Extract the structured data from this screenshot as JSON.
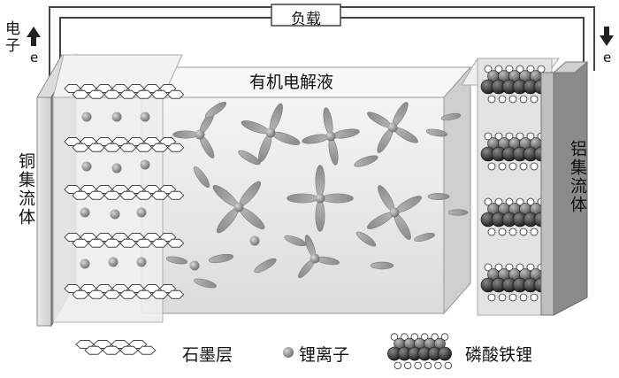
{
  "load_label": "负载",
  "electron_left": "电子",
  "electron_symbol": "e",
  "electrolyte_label": "有机电解液",
  "anode_collector_label": "铜集流体",
  "cathode_collector_label": "铝集流体",
  "legend": {
    "graphite": "石墨层",
    "lithium_ion": "锂离子",
    "lifepo4": "磷酸铁锂"
  },
  "colors": {
    "copper_plate": "#7d7d7d",
    "aluminum_plate": "#828282",
    "electrolyte_box": "#ececec",
    "solvent_molecule": "#9a9a9a",
    "lithium_ion": "#8c8c8c",
    "lifepo4_dark": "#333333"
  }
}
